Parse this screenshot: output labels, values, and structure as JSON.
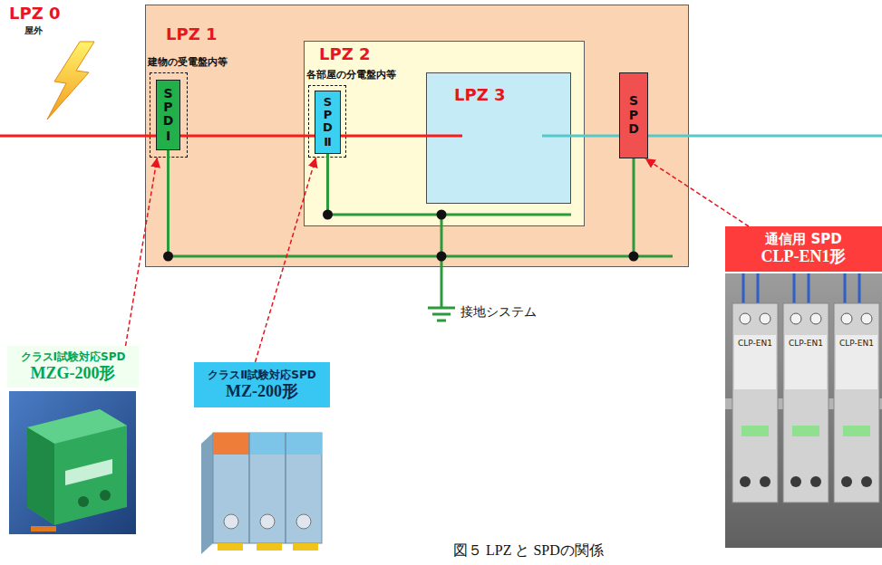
{
  "diagram": {
    "caption": "図５ LPZ と SPDの関係",
    "nodes": [
      {
        "text": [
          "LPZ 1"
        ]
      },
      {
        "text": [
          "建物の受電盤内等"
        ],
        "in": 0
      },
      {
        "text": [
          "SPD",
          "Ⅰ"
        ],
        "in": 1
      },
      {
        "text": [
          "LPZ 2"
        ],
        "in": 0
      },
      {
        "text": [
          "各部屋の分電盤内等"
        ],
        "in": 3
      },
      {
        "text": [
          "SPD",
          "Ⅱ"
        ],
        "in": 4
      },
      {
        "text": [
          "LPZ 3"
        ],
        "in": 3
      },
      {
        "text": [
          "SPD"
        ],
        "in": 0
      },
      {
        "text": [
          "クラスⅠ試験対応SPD",
          "MZG-200形"
        ]
      },
      {
        "text": [
          "クラスⅡ試験対応SPD",
          "MZ-200形"
        ]
      },
      {
        "text": [
          "通信用 SPD",
          "CLP-EN1形"
        ]
      }
    ],
    "edges": [
      {
        "from": 2,
        "to": 5,
        "arrow": "none"
      },
      {
        "from": 5,
        "to": 6,
        "arrow": "none"
      },
      {
        "from": 6,
        "to": 7,
        "arrow": "none"
      },
      {
        "from": 8,
        "to": 1,
        "arrow": "to"
      },
      {
        "from": 9,
        "to": 4,
        "arrow": "to"
      },
      {
        "from": 10,
        "to": 7,
        "arrow": "to"
      }
    ],
    "labels": [
      "LPZ 0",
      "屋外",
      "接地システム",
      "CLP-EN1",
      "CLP-EN1",
      "CLP-EN1"
    ]
  }
}
